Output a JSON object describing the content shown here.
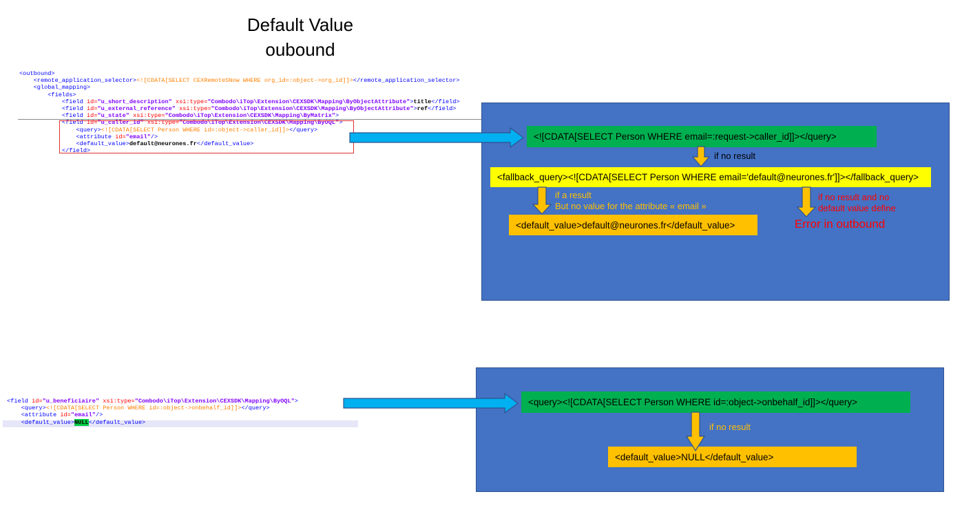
{
  "title": {
    "line1": "Default Value",
    "line2": "oubound"
  },
  "code_top": [
    {
      "indent": 0,
      "parts": [
        [
          "tag",
          "<outbound>"
        ]
      ]
    },
    {
      "indent": 1,
      "parts": [
        [
          "tag",
          "<remote_application_selector>"
        ],
        [
          "cdata",
          "<![CDATA[SELECT CEXRemoteSNow WHERE org_id=:object->org_id]]>"
        ],
        [
          "tag",
          "</remote_application_selector>"
        ]
      ]
    },
    {
      "indent": 1,
      "parts": [
        [
          "tag",
          "<global_mapping>"
        ]
      ]
    },
    {
      "indent": 2,
      "parts": [
        [
          "tag",
          "<fields>"
        ]
      ]
    },
    {
      "indent": 3,
      "parts": [
        [
          "tag",
          "<field "
        ],
        [
          "attr",
          "id="
        ],
        [
          "val",
          "\"u_short_description\" "
        ],
        [
          "attr",
          "xsi:type="
        ],
        [
          "val",
          "\"Combodo\\iTop\\Extension\\CEXSDK\\Mapping\\ByObjectAttribute\""
        ],
        [
          "tag",
          ">"
        ],
        [
          "bold",
          "title"
        ],
        [
          "tag",
          "</field>"
        ]
      ]
    },
    {
      "indent": 3,
      "parts": [
        [
          "tag",
          "<field "
        ],
        [
          "attr",
          "id="
        ],
        [
          "val",
          "\"u_external_reference\" "
        ],
        [
          "attr",
          "xsi:type="
        ],
        [
          "val",
          "\"Combodo\\iTop\\Extension\\CEXSDK\\Mapping\\ByObjectAttribute\""
        ],
        [
          "tag",
          ">"
        ],
        [
          "bold",
          "ref"
        ],
        [
          "tag",
          "</field>"
        ]
      ]
    },
    {
      "indent": 3,
      "parts": [
        [
          "tag",
          "<field "
        ],
        [
          "attr",
          "id="
        ],
        [
          "val",
          "\"u_state\" "
        ],
        [
          "attr",
          "xsi:type="
        ],
        [
          "val",
          "\"Combodo\\iTop\\Extension\\CEXSDK\\Mapping\\ByMatrix\""
        ],
        [
          "tag",
          ">"
        ]
      ]
    },
    {
      "indent": 3,
      "parts": [
        [
          "tag",
          "<field "
        ],
        [
          "attr",
          "id="
        ],
        [
          "val",
          "\"u_caller_id\" "
        ],
        [
          "attr",
          "xsi:type="
        ],
        [
          "val",
          "\"Combodo\\iTop\\Extension\\CEXSDK\\Mapping\\ByOQL\""
        ],
        [
          "tag",
          ">"
        ]
      ]
    },
    {
      "indent": 4,
      "parts": [
        [
          "tag",
          "<query>"
        ],
        [
          "cdata",
          "<![CDATA[SELECT Person WHERE id=:object->caller_id]]>"
        ],
        [
          "tag",
          "</query>"
        ]
      ]
    },
    {
      "indent": 4,
      "parts": [
        [
          "tag",
          "<attribute "
        ],
        [
          "attr",
          "id="
        ],
        [
          "val",
          "\"email\""
        ],
        [
          "tag",
          "/>"
        ]
      ]
    },
    {
      "indent": 4,
      "parts": [
        [
          "tag",
          "<default_value>"
        ],
        [
          "bold",
          "default@neurones.fr"
        ],
        [
          "tag",
          "</default_value>"
        ]
      ]
    },
    {
      "indent": 3,
      "parts": [
        [
          "tag",
          "</field>"
        ]
      ]
    }
  ],
  "code_bottom": [
    {
      "indent": 0,
      "parts": [
        [
          "tag",
          "<field "
        ],
        [
          "attr",
          "id="
        ],
        [
          "val",
          "\"u_beneficiaire\" "
        ],
        [
          "attr",
          "xsi:type="
        ],
        [
          "val",
          "\"Combodo\\iTop\\Extension\\CEXSDK\\Mapping\\ByOQL\""
        ],
        [
          "tag",
          ">"
        ]
      ]
    },
    {
      "indent": 1,
      "parts": [
        [
          "tag",
          "<query>"
        ],
        [
          "cdata",
          "<![CDATA[SELECT Person WHERE id=:object->onbehalf_id]]>"
        ],
        [
          "tag",
          "</query>"
        ]
      ]
    },
    {
      "indent": 1,
      "parts": [
        [
          "tag",
          "<attribute "
        ],
        [
          "attr",
          "id="
        ],
        [
          "val",
          "\"email\""
        ],
        [
          "tag",
          "/>"
        ]
      ]
    },
    {
      "indent": 1,
      "parts": [
        [
          "tag",
          "<default_value>"
        ],
        [
          "nullhl",
          "NULL"
        ],
        [
          "tag",
          "</default_value>"
        ]
      ]
    }
  ],
  "diagram1": {
    "query_box": "<![CDATA[SELECT Person WHERE email=:request->caller_id]]></query>",
    "if_no_result": "if no result",
    "fallback_box": "<fallback_query><![CDATA[SELECT Person WHERE email='default@neurones.fr']]></fallback_query>",
    "if_result_note": "if a result\nBut no value for the attribute « email »",
    "no_default_note": "if no result and no\ndefault value define",
    "default_box": "<default_value>default@neurones.fr</default_value>",
    "error_text": "Error in outbound"
  },
  "diagram2": {
    "query_box": "<query><![CDATA[SELECT Person WHERE id=:object->onbehalf_id]]></query>",
    "if_no_result": "if no result",
    "default_box": "<default_value>NULL</default_value>"
  },
  "colors": {
    "panel": "#4472c4",
    "green": "#00b050",
    "yellow": "#ffff00",
    "orange": "#ffc000",
    "connector_arrow": "#00b0f0",
    "down_arrow": "#ffc000",
    "error": "#ff0000"
  },
  "icons": [
    "right-arrow-icon",
    "down-arrow-icon"
  ]
}
